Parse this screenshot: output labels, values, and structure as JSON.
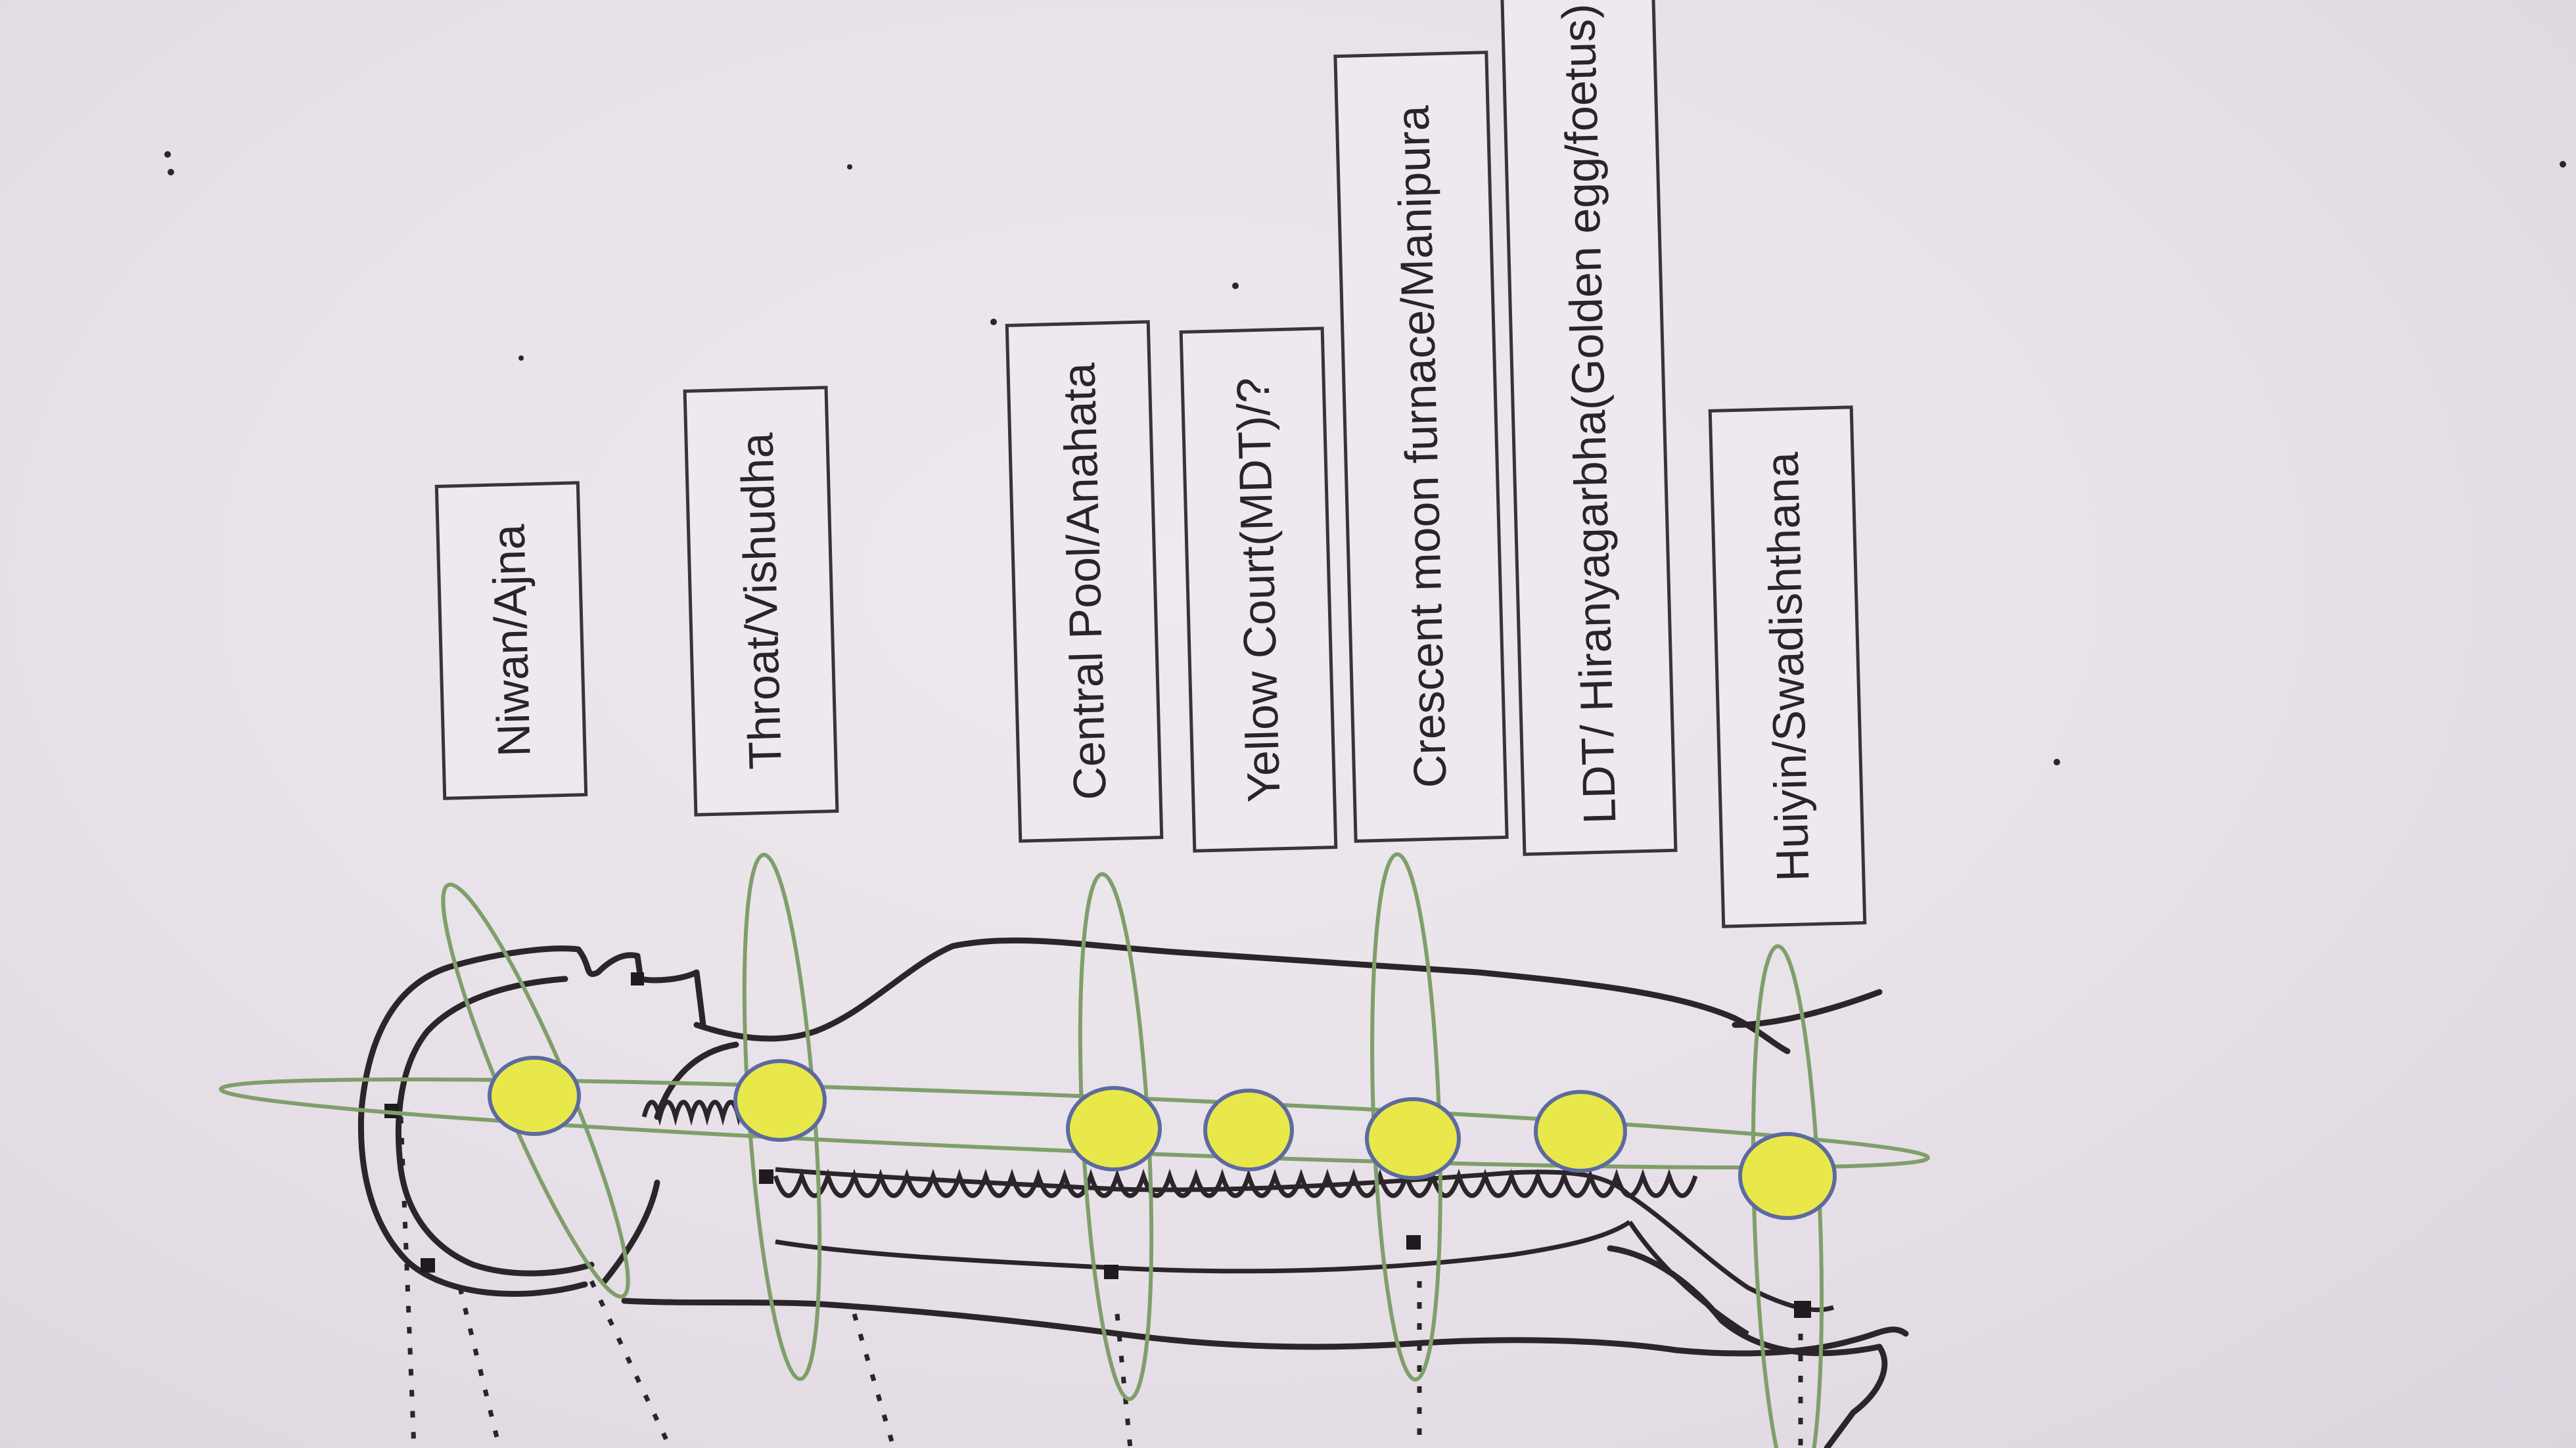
{
  "labels": {
    "niwan": "Niwan/Ajna",
    "throat": "Throat/Vishudha",
    "central_pool": "Central Pool/Anahata",
    "yellow_court": "Yellow Court(MDT)/?",
    "crescent_moon": "Crescent moon furnace/Manipura",
    "ldt": "LDT/ Hiranyagarbha(Golden egg/foetus)",
    "huiyin": "Huiyin/Swadishthana"
  },
  "colors": {
    "point_fill": "#e9e84a",
    "point_stroke": "#5c6aa0",
    "ring_stroke": "#7f9f6a",
    "figure_ink": "#2b2529",
    "box_border": "#3a3438"
  }
}
